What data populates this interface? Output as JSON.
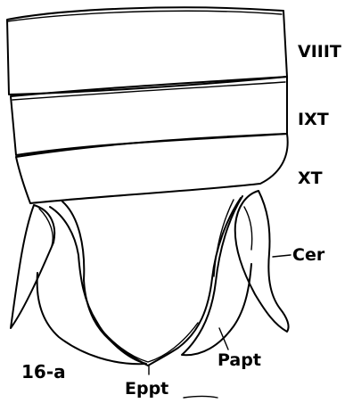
{
  "figure": {
    "id_label": "16-a",
    "labels": {
      "segment_8": "VIIIT",
      "segment_9": "IXT",
      "segment_10": "XT",
      "cercus": "Cer",
      "paraproct": "Papt",
      "epiproct": "Eppt"
    }
  }
}
